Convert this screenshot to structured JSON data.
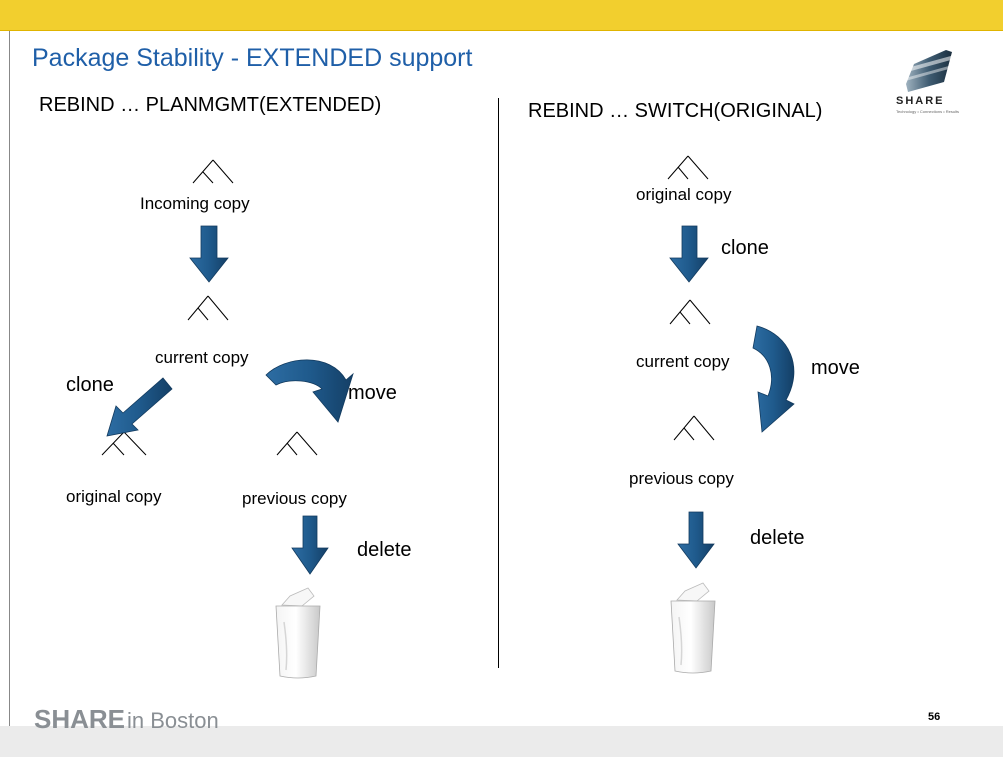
{
  "title": "Package Stability - EXTENDED support",
  "left": {
    "command": "REBIND … PLANMGMT(EXTENDED)",
    "labels": {
      "incoming": "Incoming copy",
      "current": "current copy",
      "original": "original copy",
      "previous": "previous copy"
    },
    "actions": {
      "clone": "clone",
      "move": "move",
      "delete": "delete"
    }
  },
  "right": {
    "command": "REBIND … SWITCH(ORIGINAL)",
    "labels": {
      "original": "original copy",
      "current": "current copy",
      "previous": "previous copy"
    },
    "actions": {
      "clone": "clone",
      "move": "move",
      "delete": "delete"
    }
  },
  "logo": {
    "name": "SHARE",
    "tagline": "Technology • Connections • Results"
  },
  "footer": {
    "brand": "SHARE",
    "location": "in Boston",
    "page_number": "56"
  },
  "colors": {
    "title": "#1f5fa8",
    "arrow": "#1f5a8c",
    "top_bar": "#f2cf2e",
    "footer_text": "#8a8f94"
  }
}
